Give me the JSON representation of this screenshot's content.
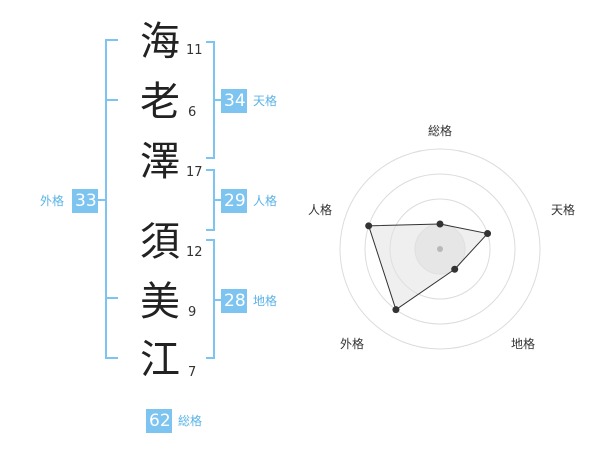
{
  "name": {
    "chars": [
      {
        "char": "海",
        "strokes": "11"
      },
      {
        "char": "老",
        "strokes": "6"
      },
      {
        "char": "澤",
        "strokes": "17"
      },
      {
        "char": "須",
        "strokes": "12"
      },
      {
        "char": "美",
        "strokes": "9"
      },
      {
        "char": "江",
        "strokes": "7"
      }
    ]
  },
  "kakusu": {
    "tenkaku": {
      "value": "34",
      "label": "天格"
    },
    "jinkaku": {
      "value": "29",
      "label": "人格"
    },
    "chikaku": {
      "value": "28",
      "label": "地格"
    },
    "gaikaku": {
      "value": "33",
      "label": "外格"
    },
    "soukaku": {
      "value": "62",
      "label": "総格"
    }
  },
  "colors": {
    "accent": "#7ec4f1",
    "label": "#59b3e8",
    "bracket": "#7ec4f1"
  },
  "chart_data": {
    "type": "radar",
    "axes": [
      "総格",
      "天格",
      "地格",
      "外格",
      "人格"
    ],
    "values": [
      1,
      2,
      1,
      3,
      3
    ],
    "max": 4,
    "rings": 4
  }
}
